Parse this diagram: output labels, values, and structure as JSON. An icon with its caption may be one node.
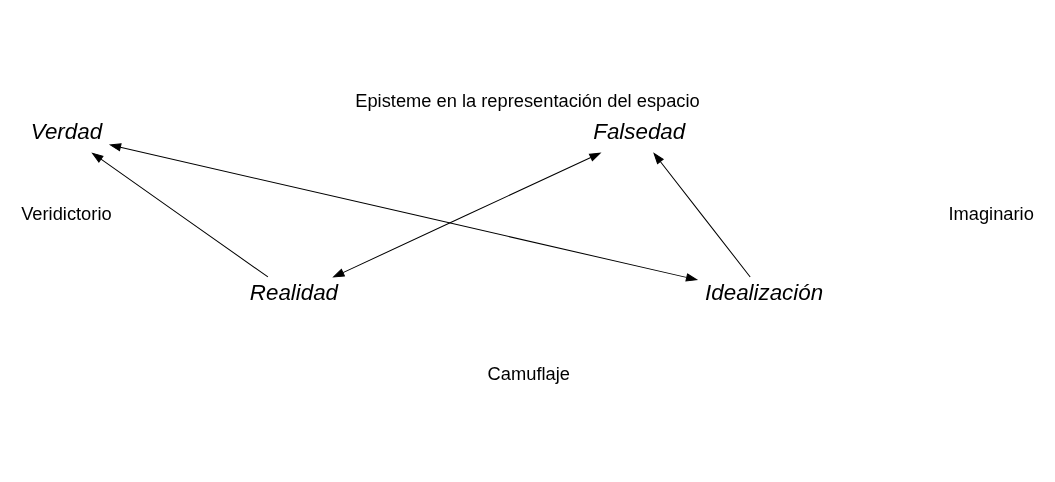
{
  "diagram": {
    "title": "Episteme en la representación del espacio",
    "nodes": [
      {
        "text": [
          "Verdad"
        ]
      },
      {
        "text": [
          "Falsedad"
        ]
      },
      {
        "text": [
          "Realidad"
        ]
      },
      {
        "text": [
          "Idealización"
        ]
      }
    ],
    "edges": [
      {
        "from": 2,
        "to": 0,
        "arrow": "to"
      },
      {
        "from": 3,
        "to": 1,
        "arrow": "to"
      },
      {
        "from": 2,
        "to": 1,
        "arrow": "both"
      },
      {
        "from": 0,
        "to": 3,
        "arrow": "both"
      }
    ],
    "labels": [
      "Veridictorio",
      "Imaginario",
      "Camuflaje"
    ]
  }
}
